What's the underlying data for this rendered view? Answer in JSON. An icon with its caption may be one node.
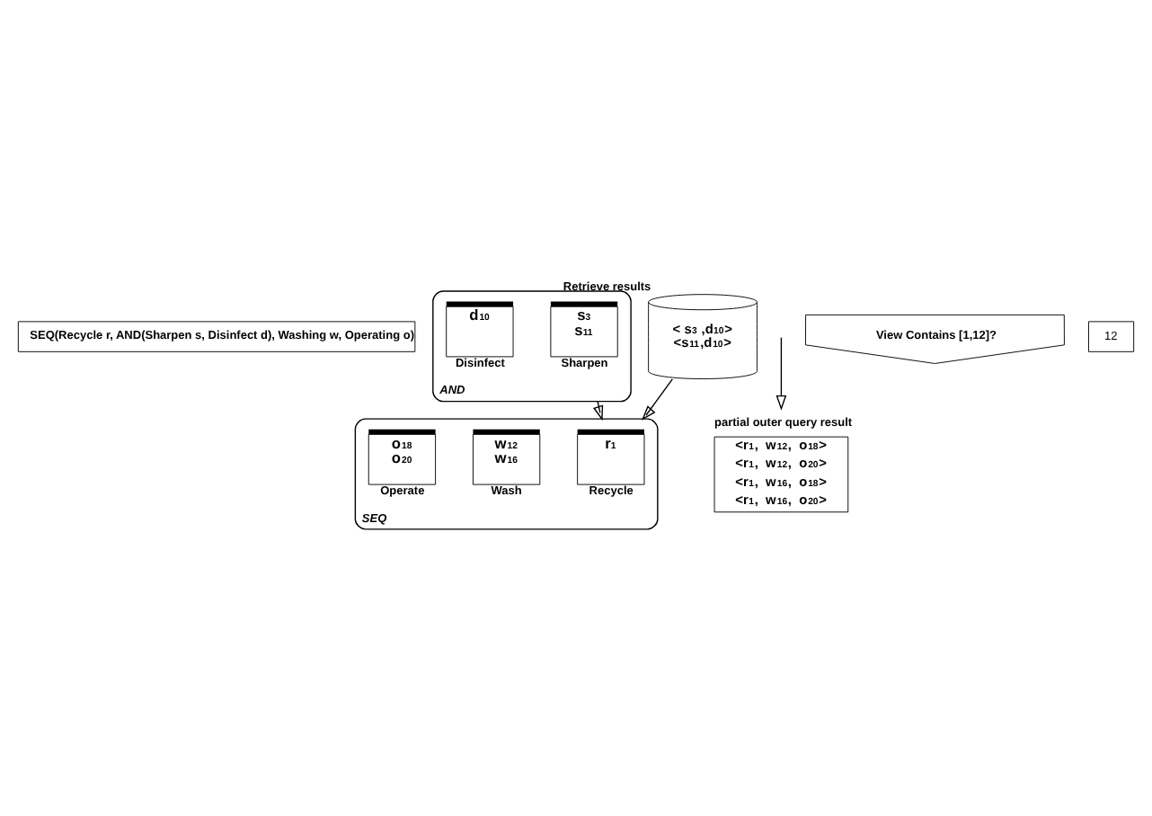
{
  "diagram": {
    "nodes": [
      {
        "text": [
          "SEQ(Recycle r, AND(Sharpen s, Disinfect d), Washing w, Operating o)"
        ]
      },
      {
        "text": [
          "SEQ"
        ]
      },
      {
        "text": [
          "r$_{1}$"
        ],
        "beside": [
          "Recycle"
        ],
        "in": 1
      },
      {
        "text": [
          "w$_{12}$",
          "w$_{16}$"
        ],
        "beside": [
          "Wash"
        ],
        "in": 1
      },
      {
        "text": [
          "o$_{18}$",
          "o$_{20}$"
        ],
        "beside": [
          "Operate"
        ],
        "in": 1
      },
      {
        "text": [
          "AND"
        ]
      },
      {
        "text": [
          "s$_{3}$",
          "s$_{11}$"
        ],
        "beside": [
          "Sharpen"
        ],
        "in": 5
      },
      {
        "text": [
          "d$_{10}$"
        ],
        "beside": [
          "Disinfect"
        ],
        "in": 5
      },
      {
        "text": [
          "partial outer query result",
          "<r$_{1}$,  w$_{12}$,  o$_{18}$>",
          "<r$_{1}$,  w$_{12}$,  o$_{20}$>",
          "<r$_{1}$,  w$_{16}$,  o$_{18}$>",
          "<r$_{1}$,  w$_{16}$,  o$_{20}$>"
        ]
      },
      {
        "text": [
          "View Contains [1,12]?"
        ]
      },
      {
        "text": [
          "Retrieve results",
          "< s$_{3}$ ,d$_{10}$>",
          "<s$_{11}$,d$_{10}$>"
        ]
      },
      {
        "text": [
          "12"
        ]
      }
    ],
    "edges": [
      {
        "from": 5,
        "to": 1,
        "arrow": "to"
      },
      {
        "from": 10,
        "to": 1,
        "arrow": "to"
      },
      {
        "from": null,
        "to": 8,
        "arrow": "to"
      }
    ]
  }
}
